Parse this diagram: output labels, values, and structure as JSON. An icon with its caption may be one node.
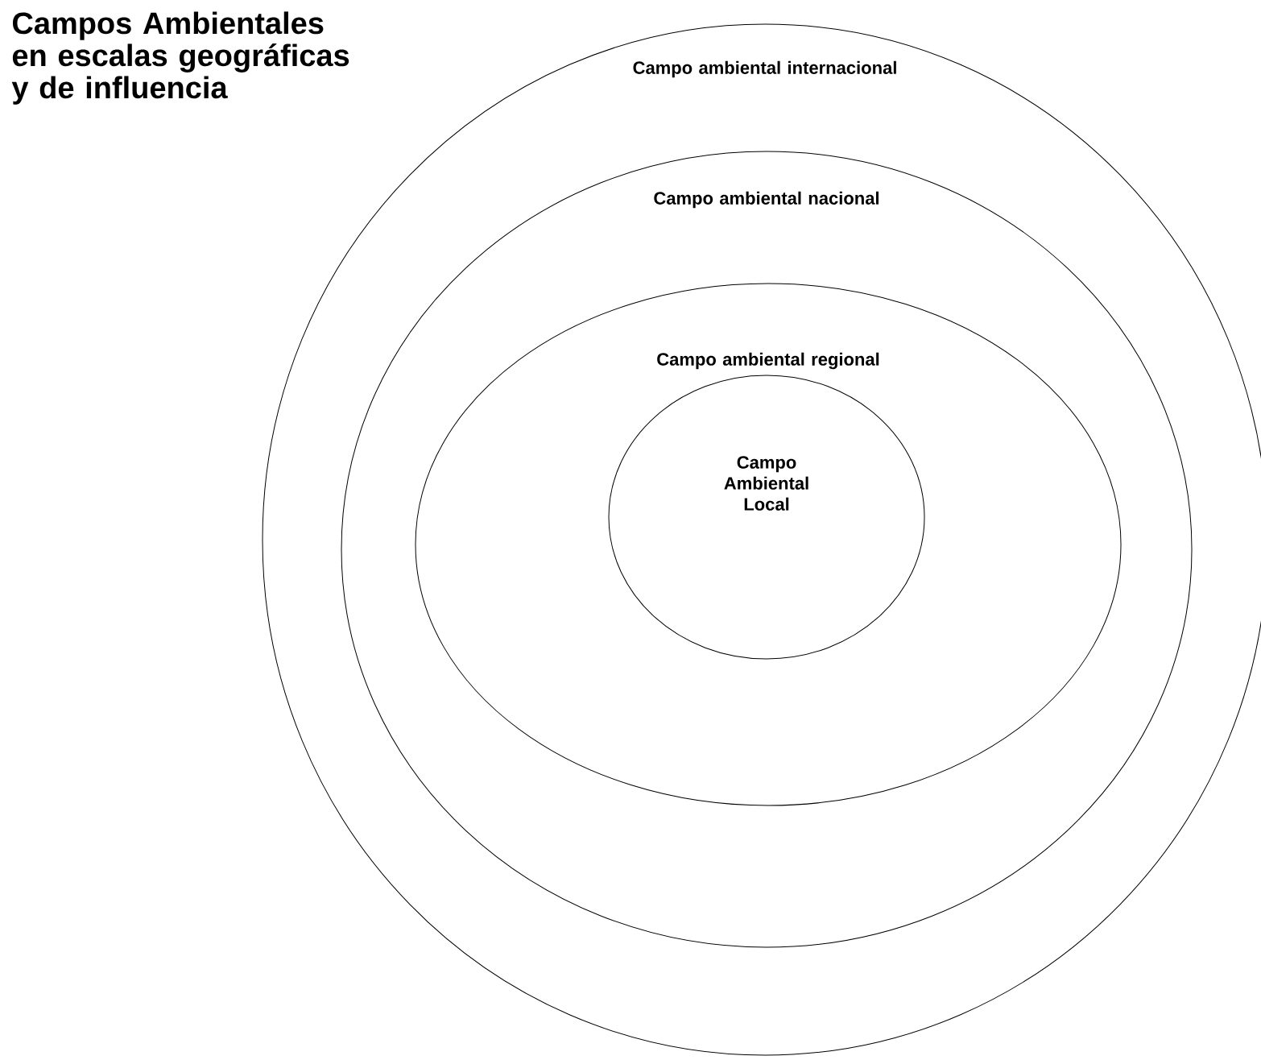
{
  "diagram": {
    "title": "Campos Ambientales en escalas geográficas y de influencia",
    "nodes": [
      {
        "text": [
          "Campo ambiental internacional"
        ]
      },
      {
        "text": [
          "Campo ambiental nacional"
        ],
        "in": 0
      },
      {
        "text": [
          "Campo ambiental regional"
        ],
        "in": 1
      },
      {
        "text": [
          "Campo Ambiental Local"
        ],
        "in": 2
      }
    ]
  }
}
